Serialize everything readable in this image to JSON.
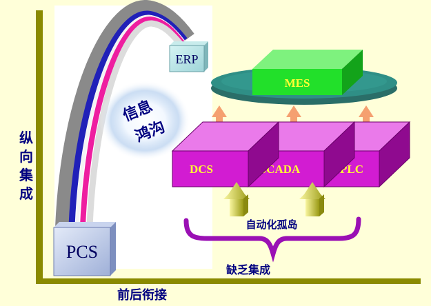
{
  "axes": {
    "vertical_label": [
      "纵",
      "向",
      "集",
      "成"
    ],
    "horizontal_label": "前后衔接"
  },
  "boxes": {
    "pcs": "PCS",
    "erp": "ERP",
    "mes": "MES",
    "dcs": "DCS",
    "scada": "SCADA",
    "plc": "PLC"
  },
  "annotations": {
    "gap_line1": "信息",
    "gap_line2": "鸿沟",
    "islands": "自动化孤岛",
    "lack_integration": "缺乏集成"
  },
  "colors": {
    "background": "#ffffd9",
    "axis": "#8a8a00",
    "box_magenta_front": "#d21cd2",
    "box_magenta_top": "#ea7aea",
    "box_magenta_side": "#8f0a8f",
    "mes_green": "#22e02a",
    "disc_teal": "#2f8f86",
    "text_navy": "#000080",
    "label_yellow": "#ffff33"
  }
}
